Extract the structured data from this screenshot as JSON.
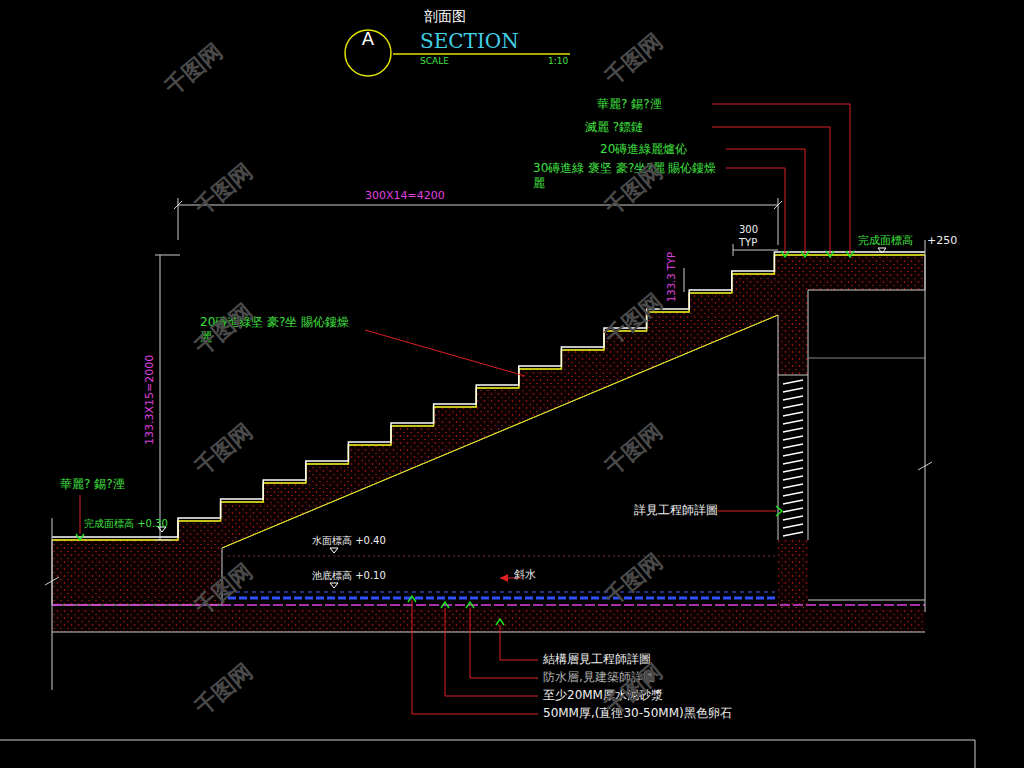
{
  "diagram": {
    "title": "剖面图",
    "nodes": [
      {
        "text": [
          "A"
        ]
      }
    ],
    "labels": [
      "SECTION",
      "SCALE",
      "1:10",
      "華麗?  錫?湮",
      "滅麗    ?鏢鏈",
      "20磚進綠麗爐伈",
      "30磚進綠  褒坚  豪?坐?麗 賜伈鏤燥    麗",
      "300X14=4200",
      "300 TYP",
      "133.3 TYP",
      "完成面標高",
      "+250",
      "20磚進綠坚  豪?坐 賜伈鏤燥    麗",
      "133.3X15=2000",
      "華麗?  錫?湮",
      "完成面標高 +0.30",
      "水面標高 +0.40",
      "池底標高 +0.10",
      "斜水",
      "詳見工程師詳圖",
      "結構層見工程師詳圖",
      "防水層,見建築師詳圖",
      "至少20MM厚水泥砂漿",
      "50MM厚,(直徑30-50MM)黑色卵石",
      "千图网",
      "千图网",
      "千图网",
      "千图网",
      "千图网",
      "千图网",
      "千图网",
      "千图网",
      "千图网",
      "千图网",
      "千图网",
      "千图网"
    ]
  }
}
